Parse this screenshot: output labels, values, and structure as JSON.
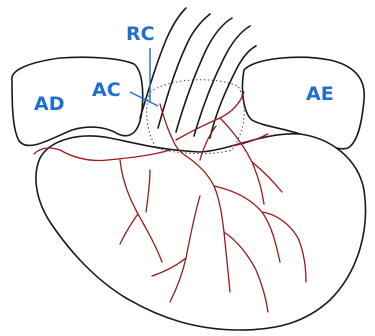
{
  "labels": {
    "rc": "RC",
    "ac": "AC",
    "ad": "AD",
    "ae": "AE"
  },
  "colors": {
    "label": "#1f6fd1",
    "artery": "#9b1a1a",
    "outline": "#1a1a1a"
  }
}
